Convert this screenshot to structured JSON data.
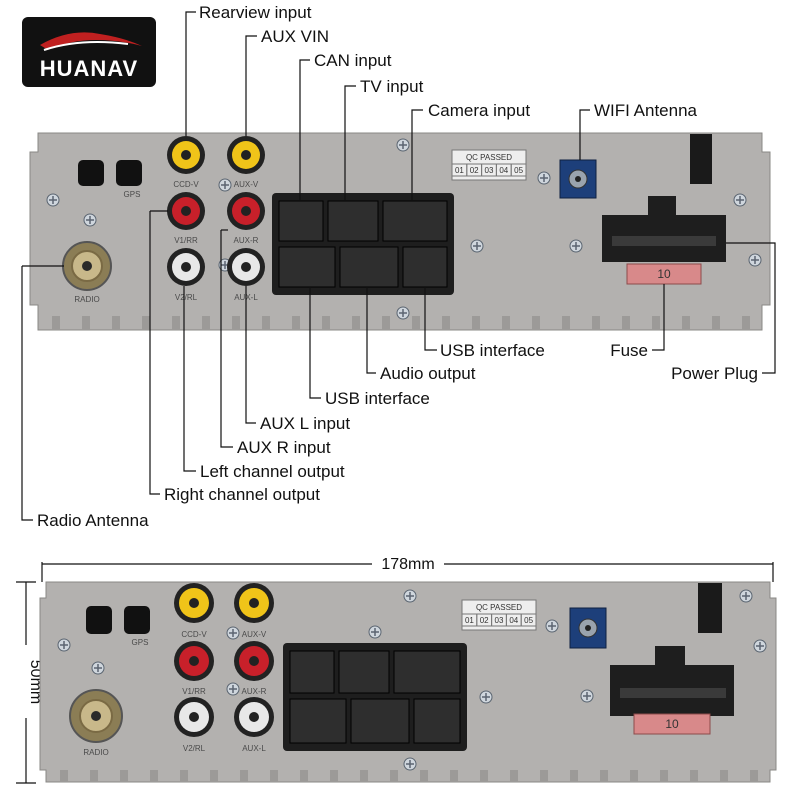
{
  "brand": {
    "logo_text": "HUANAV"
  },
  "callouts_top": {
    "rearview_input": "Rearview input",
    "aux_vin": "AUX VIN",
    "can_input": "CAN input",
    "tv_input": "TV input",
    "camera_input": "Camera input",
    "wifi_antenna": "WIFI Antenna"
  },
  "callouts_bottom": {
    "usb_interface_1": "USB interface",
    "fuse": "Fuse",
    "audio_output": "Audio output",
    "power_plug": "Power Plug",
    "usb_interface_2": "USB interface",
    "aux_l_input": "AUX L input",
    "aux_r_input": "AUX R input",
    "left_channel_output": "Left channel output",
    "right_channel_output": "Right channel output",
    "radio_antenna": "Radio Antenna"
  },
  "dimensions": {
    "width": "178mm",
    "height": "50mm"
  },
  "panel_labels": {
    "gps": "GPS",
    "cvbs_v": "CCD-V",
    "aux_v": "AUX-V",
    "v1_rr": "V1/RR",
    "aux_r": "AUX-R",
    "v2_rl": "V2/RL",
    "aux_l": "AUX-L",
    "radio": "RADIO",
    "qc_passed": "QC PASSED",
    "qc_cells": [
      "01",
      "02",
      "03",
      "04",
      "05"
    ],
    "fuse_value": "10"
  },
  "colors": {
    "panel": "#b3b1af",
    "panel_dark": "#9c9a98",
    "connector_black": "#1e1e1e",
    "rca_yellow": "#f0c419",
    "rca_red": "#c8202a",
    "rca_white": "#e8e8e8",
    "wifi_blue": "#1d3f7a",
    "fuse_red": "#d8898a",
    "logo_bg": "#111111"
  }
}
